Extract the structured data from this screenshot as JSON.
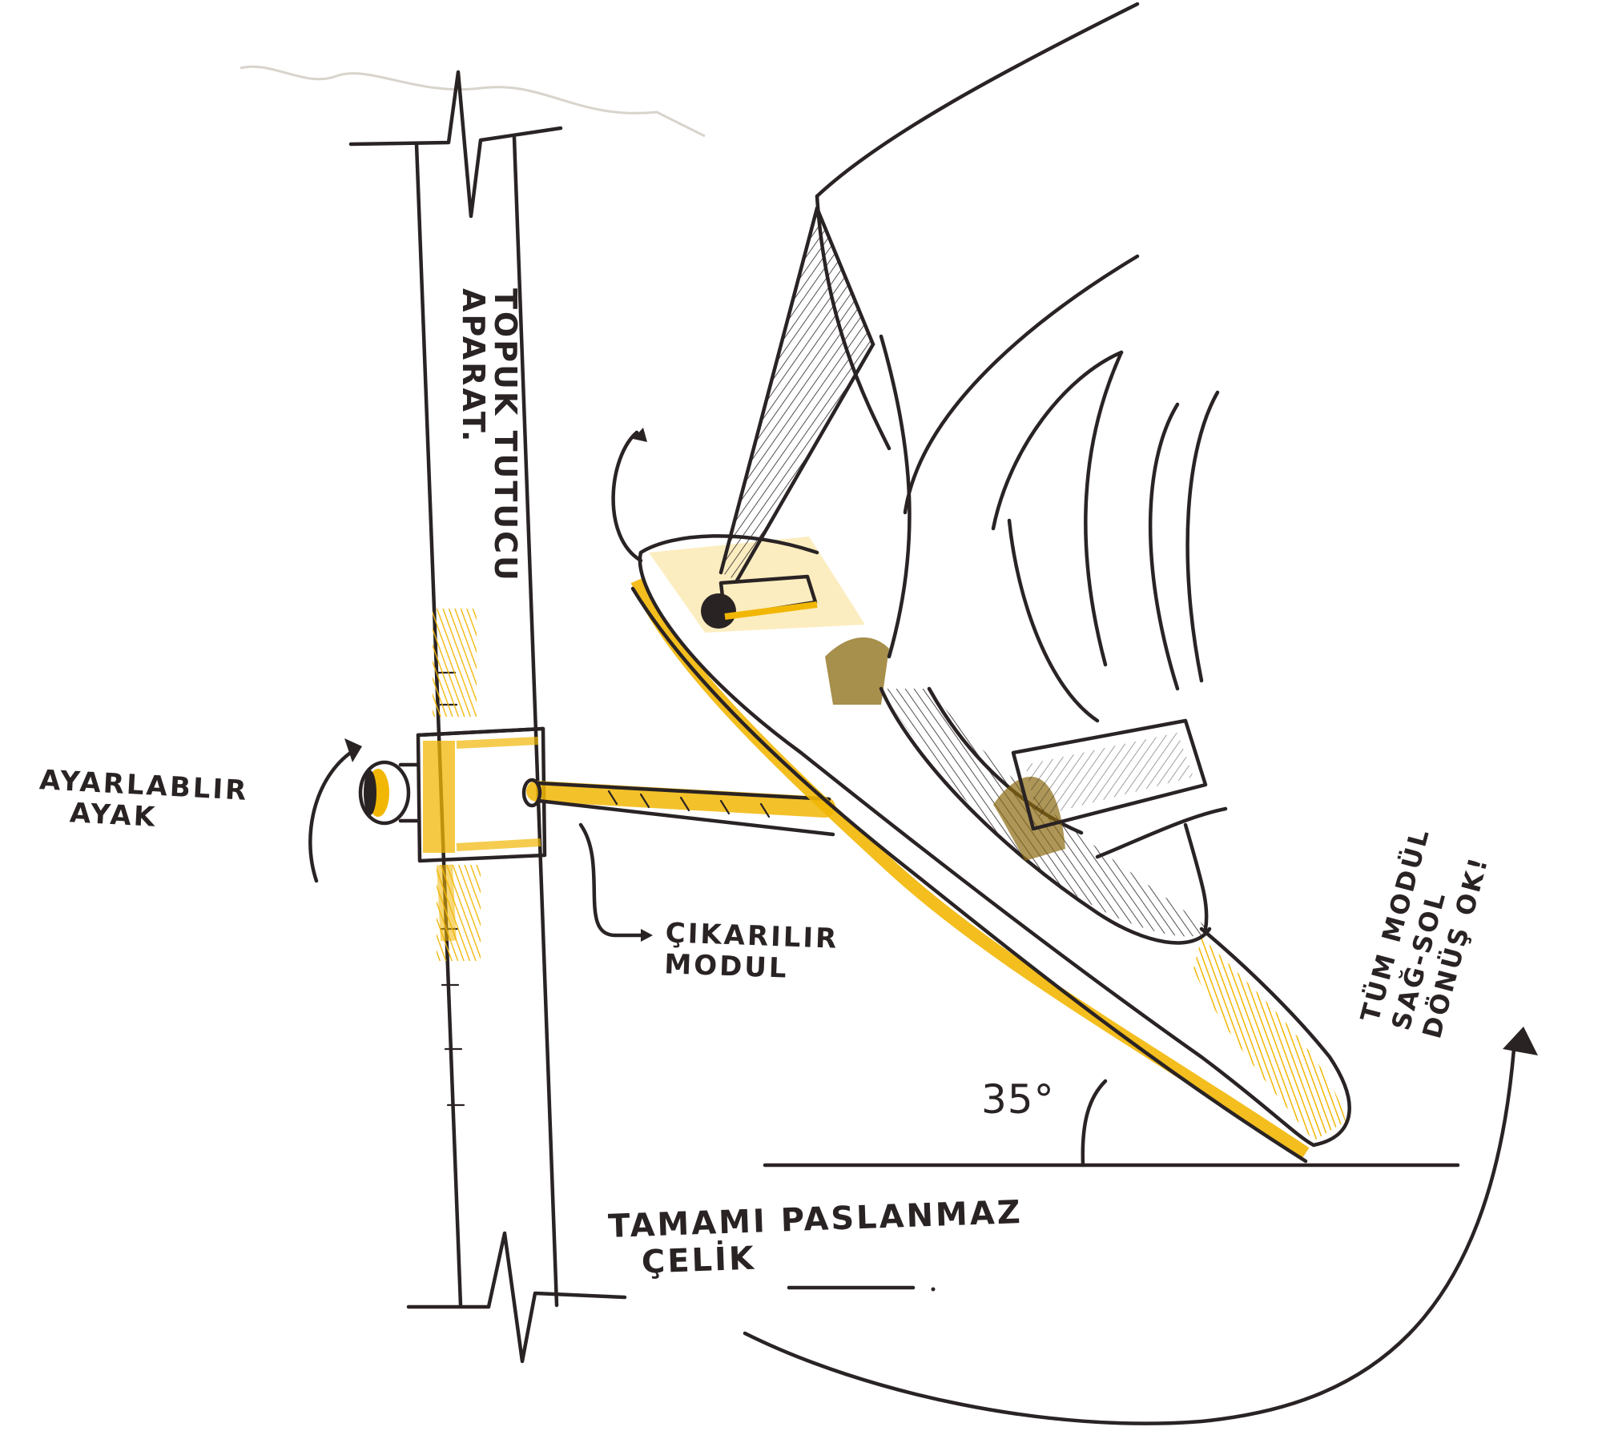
{
  "labels": {
    "adjustable_foot": {
      "line1": "AYARLABLIR",
      "line2": "AYAK"
    },
    "heel_holder": {
      "line1": "TOPUK TUTUCU",
      "line2": "APARAT."
    },
    "removable_module": {
      "line1": "ÇIKARILIR",
      "line2": "MODUL"
    },
    "material": {
      "line1": "TAMAMI PASLANMAZ",
      "line2": "ÇELİK"
    },
    "rotation": {
      "line1": "TÜM MODÜL",
      "line2": "SAĞ-SOL",
      "line3": "DÖNÜŞ OK!"
    },
    "angle": "35°"
  },
  "colors": {
    "ink": "#2a2324",
    "marker_yellow": "#f2b705",
    "marker_brown": "#8a6a10",
    "paper": "#ffffff"
  }
}
